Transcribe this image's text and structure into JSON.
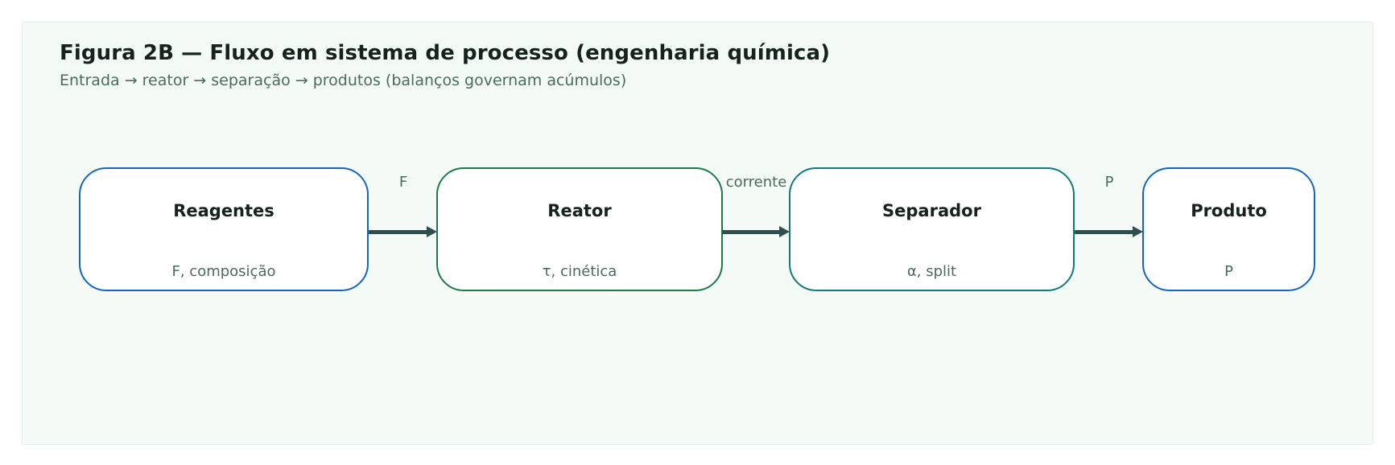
{
  "figure": {
    "title": "Figura 2B — Fluxo em sistema de processo (engenharia química)",
    "subtitle": "Entrada → reator → separação → produtos (balanços governam acúmulos)"
  },
  "colors": {
    "panel_background": "#f4faf6",
    "panel_border": "#e2ece5",
    "node_fill": "#ffffff",
    "title_text": "#15221d",
    "muted_text": "#4a6b5d",
    "arrow": "#2f4f4f",
    "blue": "#1565c0",
    "green": "#1b7a4a",
    "teal": "#0f7b7b"
  },
  "diagram": {
    "type": "process-flow",
    "nodes": [
      {
        "id": "reagentes",
        "title": "Reagentes",
        "sub": "F, composição",
        "border_color": "#1565c0"
      },
      {
        "id": "reator",
        "title": "Reator",
        "sub": "τ, cinética",
        "border_color": "#1b7a4a"
      },
      {
        "id": "separador",
        "title": "Separador",
        "sub": "α, split",
        "border_color": "#0f7b7b"
      },
      {
        "id": "produto",
        "title": "Produto",
        "sub": "P",
        "border_color": "#1565c0"
      }
    ],
    "edges": [
      {
        "from": "reagentes",
        "to": "reator",
        "label": "F"
      },
      {
        "from": "reator",
        "to": "separador",
        "label": "corrente"
      },
      {
        "from": "separador",
        "to": "produto",
        "label": "P"
      }
    ]
  }
}
